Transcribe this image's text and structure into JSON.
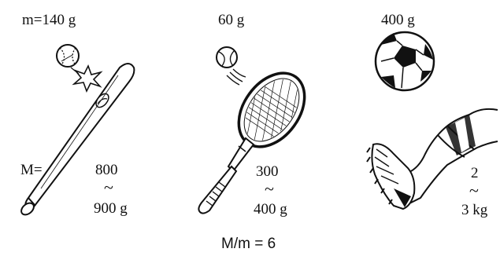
{
  "header_labels": {
    "bat_ball_mass": "m=140 g",
    "tennis_ball_mass": "60 g",
    "soccer_ball_mass": "400 g"
  },
  "impactor_label": "M=",
  "impactor_ranges": {
    "bat": {
      "low": "800",
      "sep": "~",
      "high": "900 g"
    },
    "racket": {
      "low": "300",
      "sep": "~",
      "high": "400 g"
    },
    "leg": {
      "low": "2",
      "sep": "~",
      "high": "3 kg"
    }
  },
  "ratio": "M/m = 6",
  "icons": [
    "baseball-icon",
    "baseball-bat-icon",
    "impact-star-icon",
    "tennis-ball-icon",
    "tennis-racket-icon",
    "soccer-ball-icon",
    "leg-with-cleat-icon"
  ],
  "colors": {
    "ink": "#111111",
    "background": "#ffffff"
  }
}
